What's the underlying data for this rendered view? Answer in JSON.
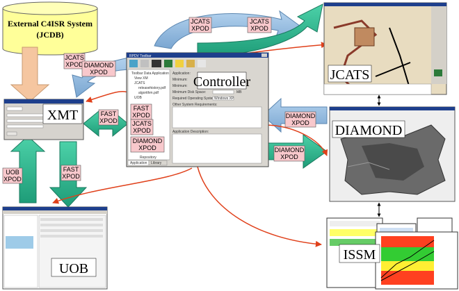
{
  "external_system": {
    "title": "External C4ISR System",
    "subtitle": "(JCDB)"
  },
  "nodes": {
    "controller": "Controller",
    "xmt": "XMT",
    "jcats": "JCATS",
    "diamond": "DIAMOND",
    "uob": "UOB",
    "issm": "ISSM"
  },
  "xpod": {
    "jcats": [
      "JCATS",
      "XPOD"
    ],
    "diamond": [
      "DIAMOND",
      "XPOD"
    ],
    "fast": [
      "FAST",
      "XPOD"
    ],
    "uob": [
      "UOB",
      "XPOD"
    ]
  },
  "controller_window": {
    "title": "RPDV Toolbar",
    "tree_items": [
      "Toolbar Data Application",
      "View XM",
      "JCATS",
      "releasehistory.pdf",
      "algorithm.pdf",
      "UOB"
    ],
    "fields": [
      "Application:",
      "Minimum:",
      "Minimum:",
      "Minimum Disk Space:",
      "Required Operating System:"
    ],
    "fields_right": [
      "MB",
      "Windows XP"
    ],
    "other_requirements": "Other System Requirements:",
    "description": "Application Description:",
    "repository_label": "Repository",
    "tabs": [
      "Application",
      "Library"
    ]
  },
  "colors": {
    "arrow_green": "#2bb590",
    "arrow_green_dark": "#1a7a5f",
    "arrow_blue": "#8fb7dc",
    "arrow_peach": "#f5c6a0",
    "tag_pink": "#f8c8cc",
    "red_line": "#e0401a",
    "cylinder": "#ffff99"
  }
}
